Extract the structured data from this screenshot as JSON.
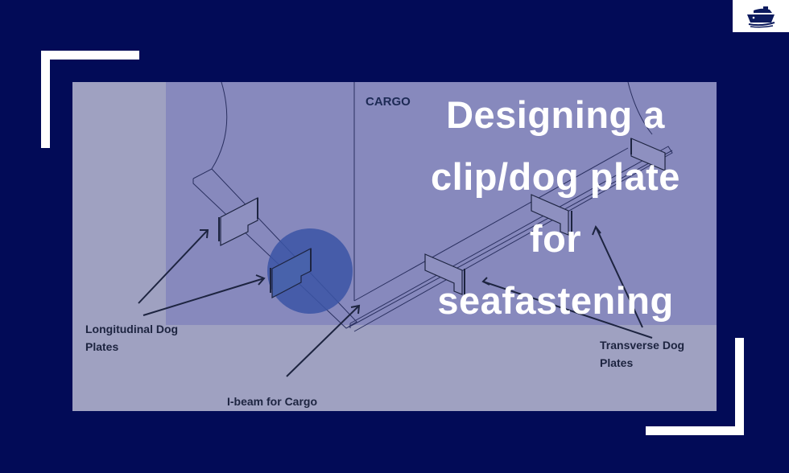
{
  "logo": {
    "icon": "ship-icon"
  },
  "title": {
    "lines": [
      "Designing a",
      "clip/dog plate",
      "for",
      "seafastening"
    ]
  },
  "diagram": {
    "cargo_label": "CARGO",
    "labels": {
      "longitudinal_line1": "Longitudinal Dog",
      "longitudinal_line2": "Plates",
      "ibeam": "I-beam for Cargo",
      "transverse_line1": "Transverse Dog",
      "transverse_line2": "Plates"
    }
  },
  "colors": {
    "background": "#020b57",
    "diagram_outer": "#9fa1c1",
    "diagram_inner": "#8789bd",
    "highlight_circle": "#3b55a6",
    "frame": "#ffffff",
    "title_text": "#ffffff"
  }
}
